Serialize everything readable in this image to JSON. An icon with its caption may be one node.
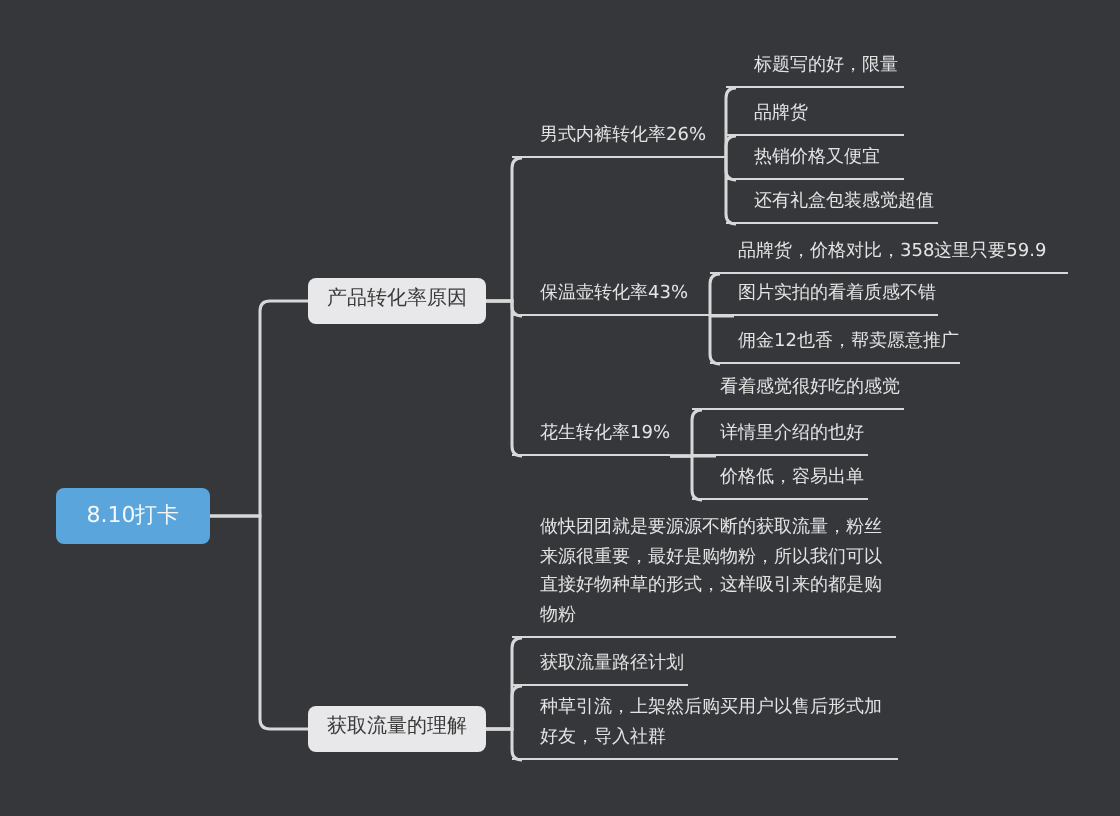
{
  "diagram": {
    "nodes": [
      {
        "text": [
          "8.10打卡"
        ]
      },
      {
        "text": [
          "产品转化率原因"
        ]
      },
      {
        "text": [
          "男式内裤转化率26%"
        ]
      },
      {
        "text": [
          "标题写的好，限量"
        ]
      },
      {
        "text": [
          "品牌货"
        ]
      },
      {
        "text": [
          "热销价格又便宜"
        ]
      },
      {
        "text": [
          "还有礼盒包装感觉超值"
        ]
      },
      {
        "text": [
          "保温壶转化率43%"
        ]
      },
      {
        "text": [
          "品牌货，价格对比，358这里只要59.9"
        ]
      },
      {
        "text": [
          "图片实拍的看着质感不错"
        ]
      },
      {
        "text": [
          "佣金12也香，帮卖愿意推广"
        ]
      },
      {
        "text": [
          "花生转化率19%"
        ]
      },
      {
        "text": [
          "看着感觉很好吃的感觉"
        ]
      },
      {
        "text": [
          "详情里介绍的也好"
        ]
      },
      {
        "text": [
          "价格低，容易出单"
        ]
      },
      {
        "text": [
          "获取流量的理解"
        ]
      },
      {
        "text": [
          "做快团团就是要源源不断的获取流量，粉丝来源很重要，最好是购物粉，所以我们可以直接好物种草的形式，这样吸引来的都是购物粉"
        ]
      },
      {
        "text": [
          "获取流量路径计划"
        ]
      },
      {
        "text": [
          "种草引流，上架然后购买用户以售后形式加好友，导入社群"
        ]
      }
    ],
    "edges": [
      {
        "from": 0,
        "to": 1,
        "arrow": "none"
      },
      {
        "from": 0,
        "to": 15,
        "arrow": "none"
      },
      {
        "from": 1,
        "to": 2,
        "arrow": "none"
      },
      {
        "from": 1,
        "to": 7,
        "arrow": "none"
      },
      {
        "from": 1,
        "to": 11,
        "arrow": "none"
      },
      {
        "from": 2,
        "to": 3,
        "arrow": "none"
      },
      {
        "from": 2,
        "to": 4,
        "arrow": "none"
      },
      {
        "from": 2,
        "to": 5,
        "arrow": "none"
      },
      {
        "from": 2,
        "to": 6,
        "arrow": "none"
      },
      {
        "from": 7,
        "to": 8,
        "arrow": "none"
      },
      {
        "from": 7,
        "to": 9,
        "arrow": "none"
      },
      {
        "from": 7,
        "to": 10,
        "arrow": "none"
      },
      {
        "from": 11,
        "to": 12,
        "arrow": "none"
      },
      {
        "from": 11,
        "to": 13,
        "arrow": "none"
      },
      {
        "from": 11,
        "to": 14,
        "arrow": "none"
      },
      {
        "from": 15,
        "to": 16,
        "arrow": "none"
      },
      {
        "from": 15,
        "to": 17,
        "arrow": "none"
      },
      {
        "from": 15,
        "to": 18,
        "arrow": "none"
      }
    ]
  }
}
